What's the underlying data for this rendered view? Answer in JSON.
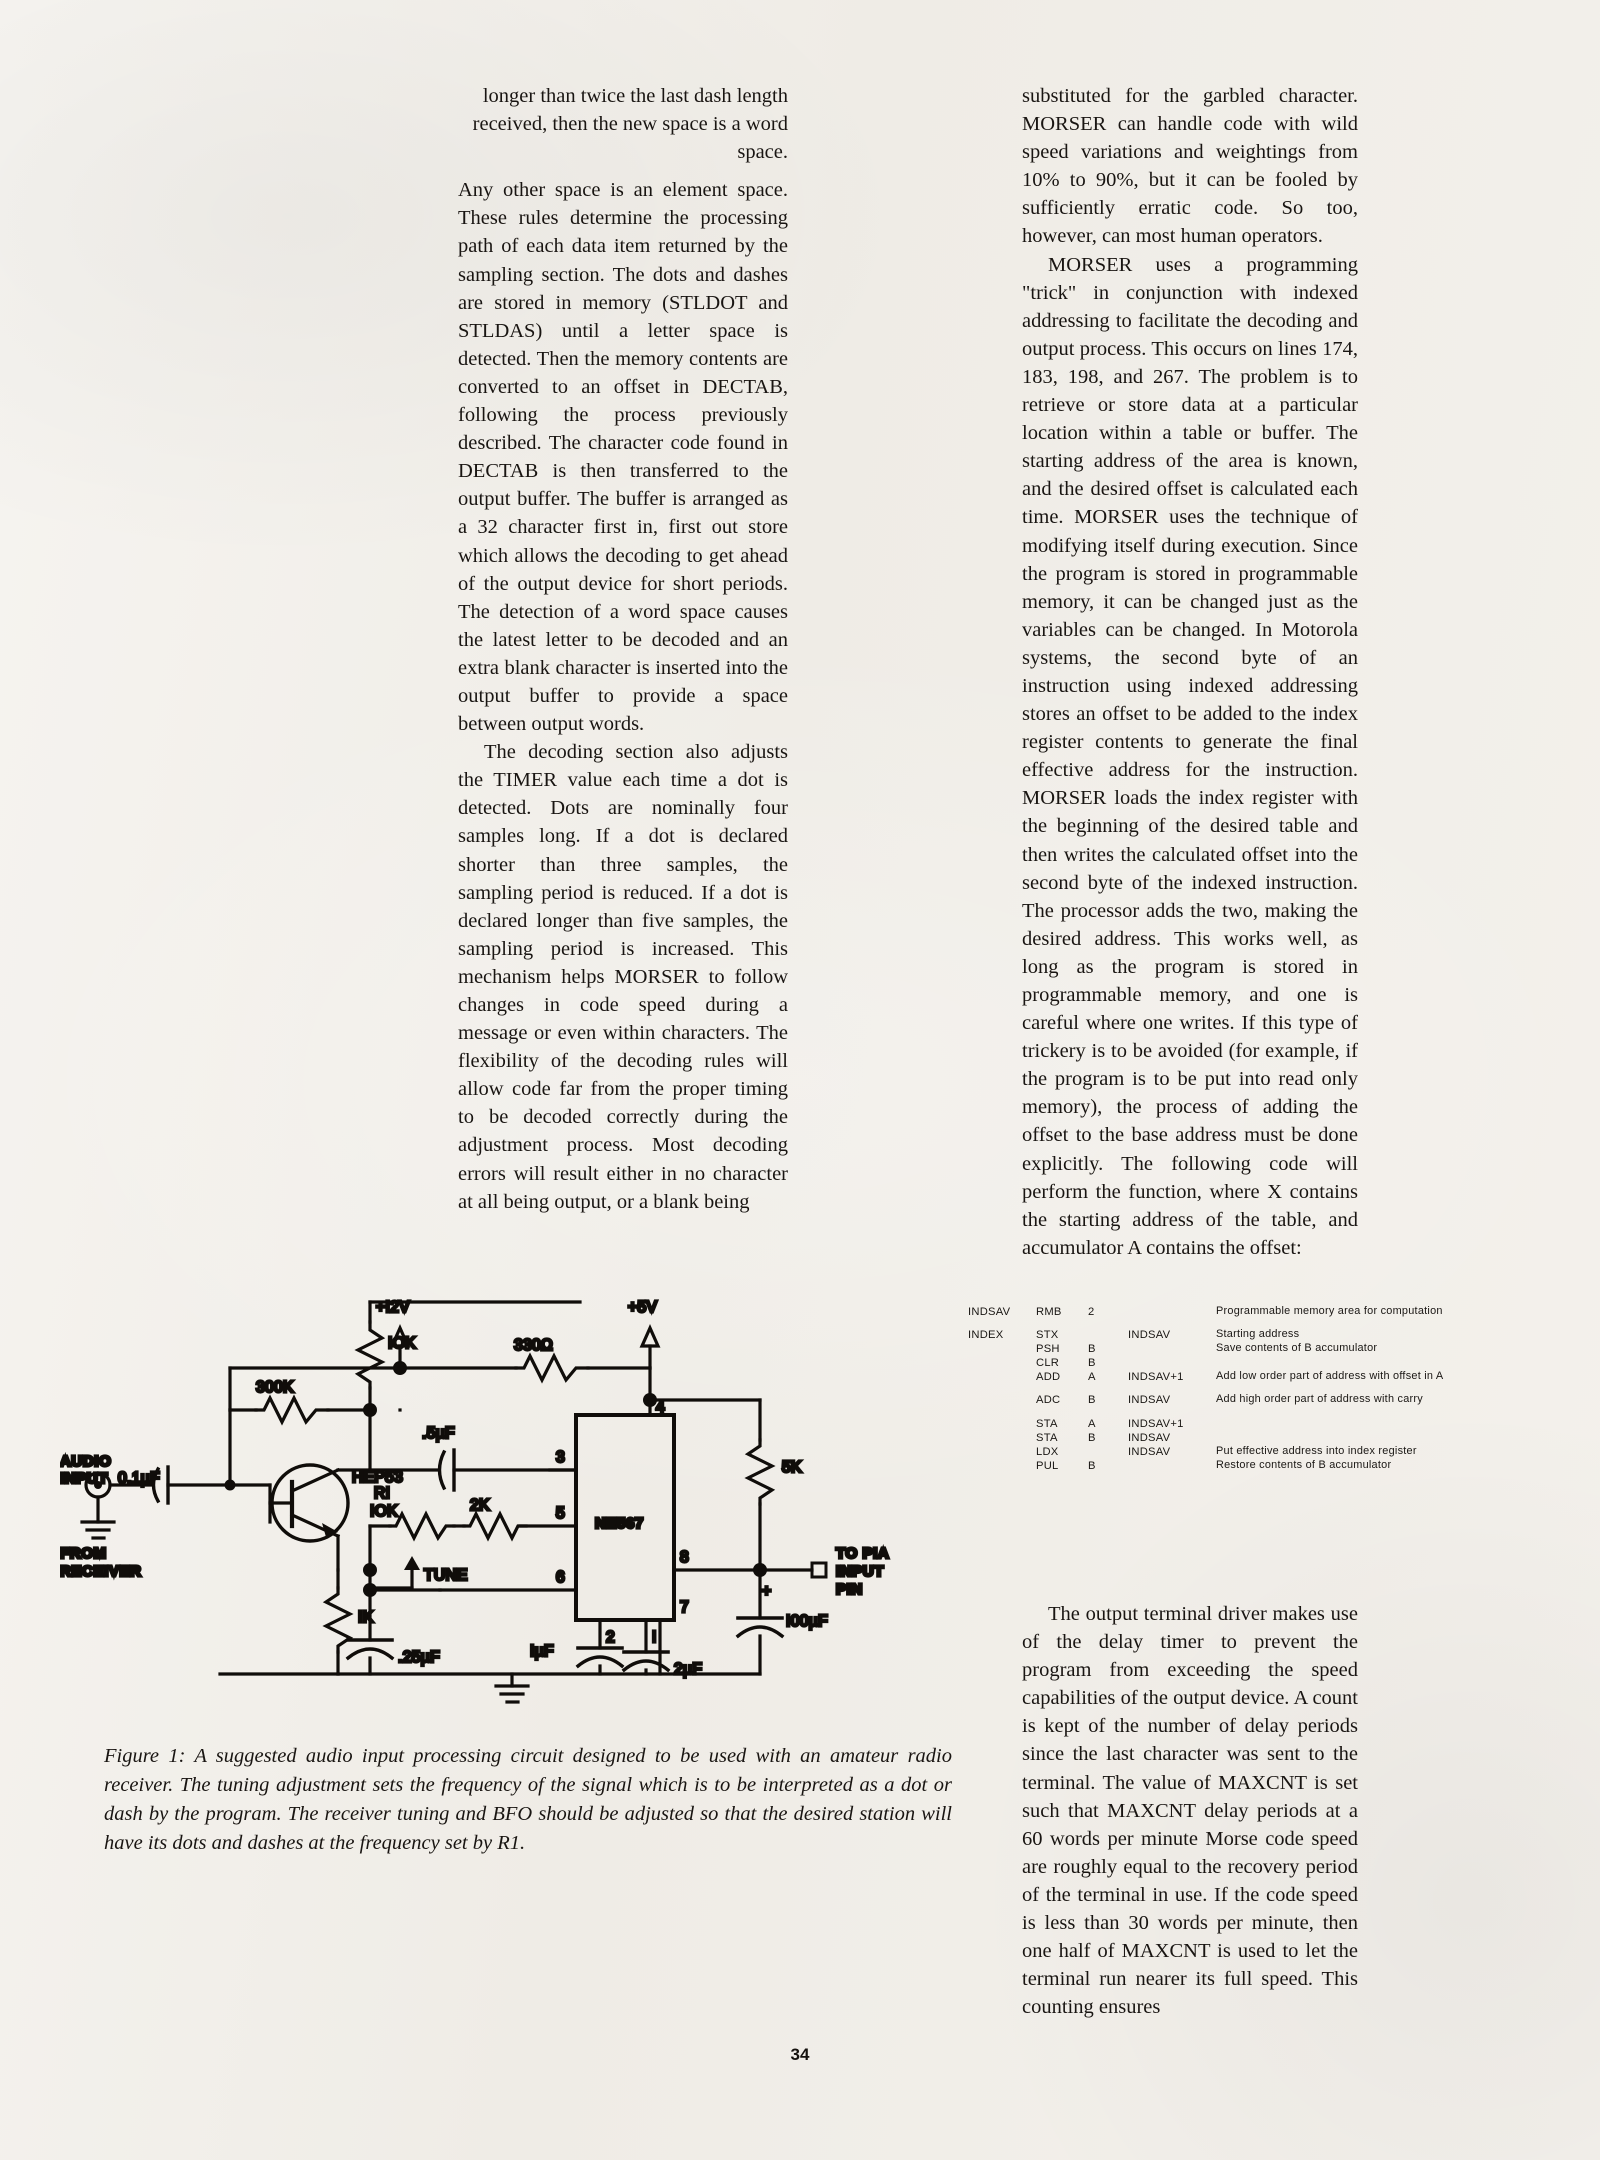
{
  "document": {
    "page_number": "34"
  },
  "columns": {
    "left": [
      {
        "style": "rag-right",
        "text": "longer than twice the last dash length received, then the new space is a word space."
      },
      {
        "style": "body",
        "text": "Any other space is an element space. These rules determine the processing path of each data item returned by the sampling section. The dots and dashes are stored in memory (STLDOT and STLDAS) until a letter space is detected. Then the memory contents are converted to an offset in DECTAB, following the process previously described. The character code found in DECTAB is then transferred to the output buffer. The buffer is arranged as a 32 character first in, first out store which allows the decoding to get ahead of the output device for short periods. The detection of a word space causes the latest letter to be decoded and an extra blank character is inserted into the output buffer to provide a space between output words."
      },
      {
        "style": "body-indent",
        "text": "The decoding section also adjusts the TIMER value each time a dot is detected. Dots are nominally four samples long. If a dot is declared shorter than three samples, the sampling period is reduced. If a dot is declared longer than five samples, the sampling period is increased. This mechanism helps MORSER to follow changes in code speed during a message or even within characters. The flexibility of the decoding rules will allow code far from the proper timing to be decoded correctly during the adjustment process. Most decoding errors will result either in no character at all being output, or a blank being"
      }
    ],
    "right": [
      {
        "style": "body",
        "text": "substituted for the garbled character. MORSER can handle code with wild speed variations and weightings from 10% to 90%, but it can be fooled by sufficiently erratic code. So too, however, can most human operators."
      },
      {
        "style": "body-indent",
        "text": "MORSER uses a programming \"trick\" in conjunction with indexed addressing to facilitate the decoding and output process. This occurs on lines 174, 183, 198, and 267. The problem is to retrieve or store data at a particular location within a table or buffer. The starting address of the area is known, and the desired offset is calculated each time. MORSER uses the technique of modifying itself during execution. Since the program is stored in programmable memory, it can be changed just as the variables can be changed. In Motorola systems, the second byte of an instruction using indexed addressing stores an offset to be added to the index register contents to generate the final effective address for the instruction. MORSER loads the index register with the beginning of the desired table and then writes the calculated offset into the second byte of the indexed instruction. The processor adds the two, making the desired address. This works well, as long as the program is stored in programmable memory, and one is careful where one writes. If this type of trickery is to be avoided (for example, if the program is to be put into read only memory), the process of adding the offset to the base address must be done explicitly. The following code will perform the function, where X contains the starting address of the table, and accumulator A contains the offset:"
      }
    ],
    "right_lower": [
      {
        "style": "body-indent",
        "text": "The output terminal driver makes use of the delay timer to prevent the program from exceeding the speed capabilities of the output device. A count is kept of the number of delay periods since the last character was sent to the terminal. The value of MAXCNT is set such that MAXCNT delay periods at a 60 words per minute Morse code speed are roughly equal to the recovery period of the terminal in use. If the code speed is less than 30 words per minute, then one half of MAXCNT is used to let the terminal run nearer its full speed. This counting ensures"
      }
    ]
  },
  "code_listing": {
    "rows": [
      {
        "label": "INDSAV",
        "op": "RMB",
        "acc": "2",
        "operand": "",
        "comment": "Programmable memory area for computation"
      },
      {
        "gap": true
      },
      {
        "label": "INDEX",
        "op": "STX",
        "acc": "",
        "operand": "INDSAV",
        "comment": "Starting address"
      },
      {
        "label": "",
        "op": "PSH",
        "acc": "B",
        "operand": "",
        "comment": "Save contents of B accumulator"
      },
      {
        "label": "",
        "op": "CLR",
        "acc": "B",
        "operand": "",
        "comment": ""
      },
      {
        "label": "",
        "op": "ADD",
        "acc": "A",
        "operand": "INDSAV+1",
        "comment": "Add low order part of address with offset in A"
      },
      {
        "gap": true
      },
      {
        "label": "",
        "op": "ADC",
        "acc": "B",
        "operand": "INDSAV",
        "comment": "Add high order part of address with carry"
      },
      {
        "gap": true
      },
      {
        "label": "",
        "op": "STA",
        "acc": "A",
        "operand": "INDSAV+1",
        "comment": ""
      },
      {
        "label": "",
        "op": "STA",
        "acc": "B",
        "operand": "INDSAV",
        "comment": ""
      },
      {
        "label": "",
        "op": "LDX",
        "acc": "",
        "operand": "INDSAV",
        "comment": "Put effective address into index register"
      },
      {
        "label": "",
        "op": "PUL",
        "acc": "B",
        "operand": "",
        "comment": "Restore contents of B accumulator"
      }
    ]
  },
  "figure": {
    "caption": "Figure 1: A suggested audio input processing circuit designed to be used with an amateur radio receiver. The tuning adjustment sets the frequency of the signal which is to be interpreted as a dot or dash by the program. The receiver tuning and BFO should be adjusted so that the desired station will have its dots and dashes at the frequency set by R1.",
    "labels": {
      "audio_input_1": "AUDIO",
      "audio_input_2": "INPUT",
      "from_receiver_1": "FROM",
      "from_receiver_2": "RECEIVER",
      "cap_input": "0.1µF",
      "r_300k": "300K",
      "r_10k_top": "IOK",
      "transistor": "HEP53",
      "r_1k": "IK",
      "supply_12v": "+I2V",
      "supply_5v": "+5V",
      "r_330": "330Ω",
      "cap_point5": ".5µF",
      "r1_name": "RI",
      "r1_value": "IOK",
      "tune": "TUNE",
      "r_2k": "2K",
      "cap_25": ".25µF",
      "cap_1uf": "IµF",
      "cap_2uf": "2µF",
      "cap_100uf": "I00µF",
      "plus_sign": "+",
      "ic": "NE567",
      "r_5k": "5K",
      "to_pia_1": "TO PIA",
      "to_pia_2": "INPUT",
      "to_pia_3": "PIN",
      "pin_3": "3",
      "pin_4": "4",
      "pin_5": "5",
      "pin_6": "6",
      "pin_7": "7",
      "pin_8": "8",
      "pin_2": "2",
      "pin_1": "I"
    }
  },
  "colors": {
    "paper": "#f4f2ee",
    "ink": "#191512",
    "line": "#100d0a"
  }
}
